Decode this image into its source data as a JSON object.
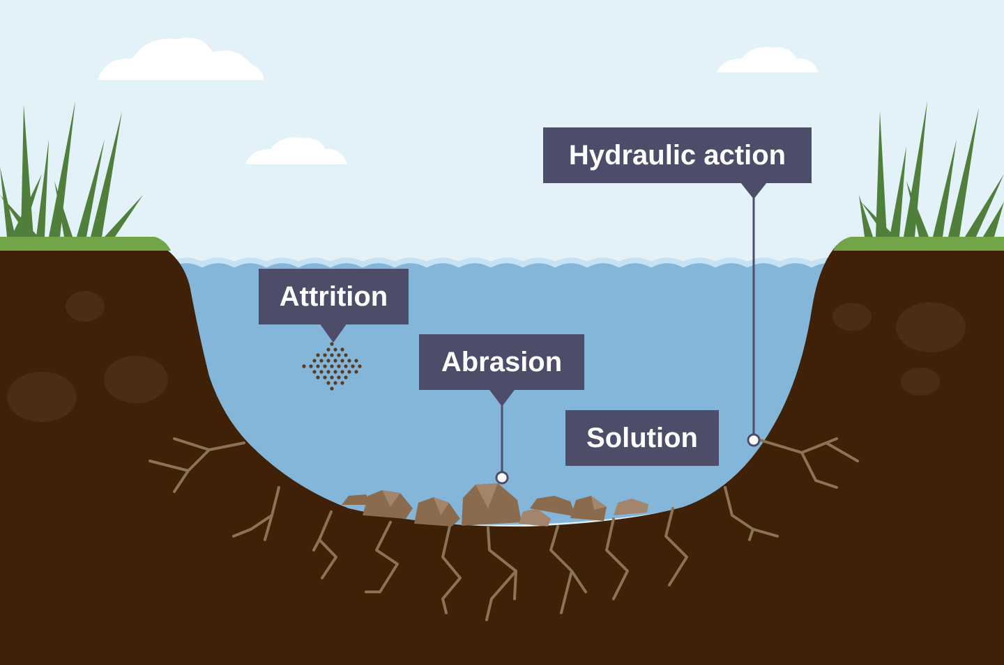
{
  "diagram": {
    "labels": {
      "hydraulic_action": "Hydraulic action",
      "attrition": "Attrition",
      "abrasion": "Abrasion",
      "solution": "Solution"
    },
    "colors": {
      "sky": "#e3f1f9",
      "cloud": "#ffffff",
      "water": "#84b6d9",
      "wave_crest": "#c5e1f2",
      "soil": "#3f2108",
      "soil_spot": "#4c2d14",
      "grass": "#72a448",
      "grass_blade": "#4f7f3a",
      "root": "#8b7455",
      "rock": "#8a6b4e",
      "rock_light": "#a2856a",
      "label_bg": "#4d4d69",
      "label_text": "#ffffff"
    },
    "icons": [
      "cloud-icon",
      "grass-icon",
      "rock-icon",
      "sediment-icon",
      "root-icon"
    ]
  }
}
